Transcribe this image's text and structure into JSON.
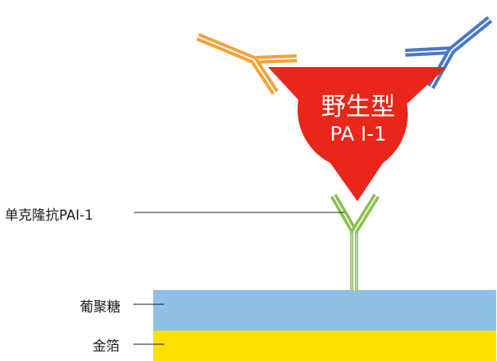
{
  "labels": {
    "antibody": "单克隆抗PAI-1",
    "dextran": "葡聚糖",
    "gold_foil": "金箔"
  },
  "antigen": {
    "name_line1": "野生型",
    "name_line2": "PA I-1"
  },
  "colors": {
    "antigen": "#e8261b",
    "dextran": "#8fc1e6",
    "gold": "#ffe000",
    "antibody_green": "#8cc04f",
    "antibody_orange": "#f3a23a",
    "antibody_blue": "#4a78c8"
  }
}
